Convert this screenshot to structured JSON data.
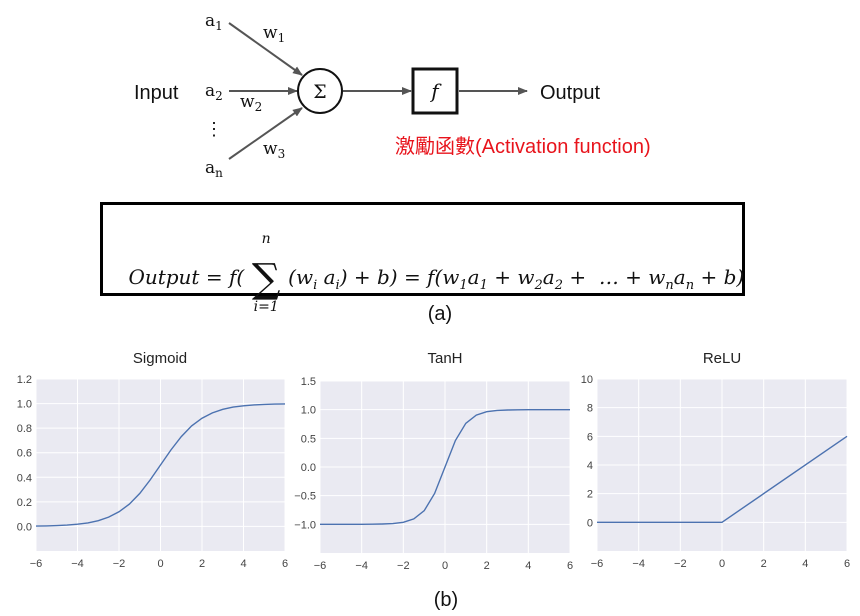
{
  "neuron": {
    "input_label": "Input",
    "output_label": "Output",
    "inputs": [
      {
        "base": "a",
        "sub": "1"
      },
      {
        "base": "a",
        "sub": "2"
      },
      {
        "base": "a",
        "sub": "n"
      }
    ],
    "weights": [
      {
        "base": "w",
        "sub": "1"
      },
      {
        "base": "w",
        "sub": "2"
      },
      {
        "base": "w",
        "sub": "3"
      }
    ],
    "ellipsis": "⋮",
    "sum_symbol": "Σ",
    "activation_symbol": "f",
    "activation_label": "激勵函數(Activation function)",
    "activation_color": "#e8141c"
  },
  "formula": {
    "lhs": "Output = f(",
    "sum": {
      "symbol": "∑",
      "upper": "n",
      "lower": "i=1"
    },
    "rhs_parts": [
      {
        "t": "(w"
      },
      {
        "t": "i",
        "sub": true
      },
      {
        "t": " a"
      },
      {
        "t": "i",
        "sub": true
      },
      {
        "t": ") + b) = f(w"
      },
      {
        "t": "1",
        "sub": true
      },
      {
        "t": "a"
      },
      {
        "t": "1",
        "sub": true
      },
      {
        "t": " + w"
      },
      {
        "t": "2",
        "sub": true
      },
      {
        "t": "a"
      },
      {
        "t": "2",
        "sub": true
      },
      {
        "t": " +  … + w"
      },
      {
        "t": "n",
        "sub": true
      },
      {
        "t": "a"
      },
      {
        "t": "n",
        "sub": true
      },
      {
        "t": " + b)"
      }
    ]
  },
  "caption_a": "(a)",
  "caption_b": "(b)",
  "colors": {
    "plot_bg": "#eaeaf2",
    "line": "#4c72b0",
    "grid": "#ffffff"
  },
  "chart_data": [
    {
      "type": "line",
      "title": "Sigmoid",
      "x": [
        -6,
        -5.5,
        -5,
        -4.5,
        -4,
        -3.5,
        -3,
        -2.5,
        -2,
        -1.5,
        -1,
        -0.5,
        0,
        0.5,
        1,
        1.5,
        2,
        2.5,
        3,
        3.5,
        4,
        4.5,
        5,
        5.5,
        6
      ],
      "y": [
        0.0025,
        0.0041,
        0.0067,
        0.011,
        0.018,
        0.029,
        0.047,
        0.076,
        0.119,
        0.182,
        0.269,
        0.378,
        0.5,
        0.622,
        0.731,
        0.818,
        0.881,
        0.924,
        0.953,
        0.971,
        0.982,
        0.989,
        0.993,
        0.996,
        0.9975
      ],
      "xlim": [
        -6,
        6
      ],
      "ylim": [
        -0.2,
        1.2
      ],
      "xticks": [
        -6,
        -4,
        -2,
        0,
        2,
        4,
        6
      ],
      "xtick_labels": [
        "−6",
        "−4",
        "−2",
        "0",
        "2",
        "4",
        "6"
      ],
      "yticks": [
        0,
        0.2,
        0.4,
        0.6,
        0.8,
        1.0,
        1.2
      ],
      "ytick_labels": [
        "0.0",
        "0.2",
        "0.4",
        "0.6",
        "0.8",
        "1.0",
        "1.2"
      ],
      "grid": true
    },
    {
      "type": "line",
      "title": "TanH",
      "x": [
        -6,
        -5.5,
        -5,
        -4.5,
        -4,
        -3.5,
        -3,
        -2.5,
        -2,
        -1.5,
        -1,
        -0.5,
        0,
        0.5,
        1,
        1.5,
        2,
        2.5,
        3,
        3.5,
        4,
        4.5,
        5,
        5.5,
        6
      ],
      "y": [
        -1.0,
        -1.0,
        -0.9999,
        -0.9998,
        -0.9993,
        -0.9982,
        -0.995,
        -0.987,
        -0.964,
        -0.905,
        -0.762,
        -0.462,
        0,
        0.462,
        0.762,
        0.905,
        0.964,
        0.987,
        0.995,
        0.998,
        0.999,
        1.0,
        1.0,
        1.0,
        1.0
      ],
      "xlim": [
        -6,
        6
      ],
      "ylim": [
        -1.5,
        1.5
      ],
      "xticks": [
        -6,
        -4,
        -2,
        0,
        2,
        4,
        6
      ],
      "xtick_labels": [
        "−6",
        "−4",
        "−2",
        "0",
        "2",
        "4",
        "6"
      ],
      "yticks": [
        -1.0,
        -0.5,
        0,
        0.5,
        1.0,
        1.5
      ],
      "ytick_labels": [
        "−1.0",
        "−0.5",
        "0.0",
        "0.5",
        "1.0",
        "1.5"
      ],
      "grid": true
    },
    {
      "type": "line",
      "title": "ReLU",
      "x": [
        -6,
        0,
        6
      ],
      "y": [
        0,
        0,
        6
      ],
      "xlim": [
        -6,
        6
      ],
      "ylim": [
        -2,
        10
      ],
      "xticks": [
        -6,
        -4,
        -2,
        0,
        2,
        4,
        6
      ],
      "xtick_labels": [
        "−6",
        "−4",
        "−2",
        "0",
        "2",
        "4",
        "6"
      ],
      "yticks": [
        0,
        2,
        4,
        6,
        8,
        10
      ],
      "ytick_labels": [
        "0",
        "2",
        "4",
        "6",
        "8",
        "10"
      ],
      "grid": true
    }
  ]
}
